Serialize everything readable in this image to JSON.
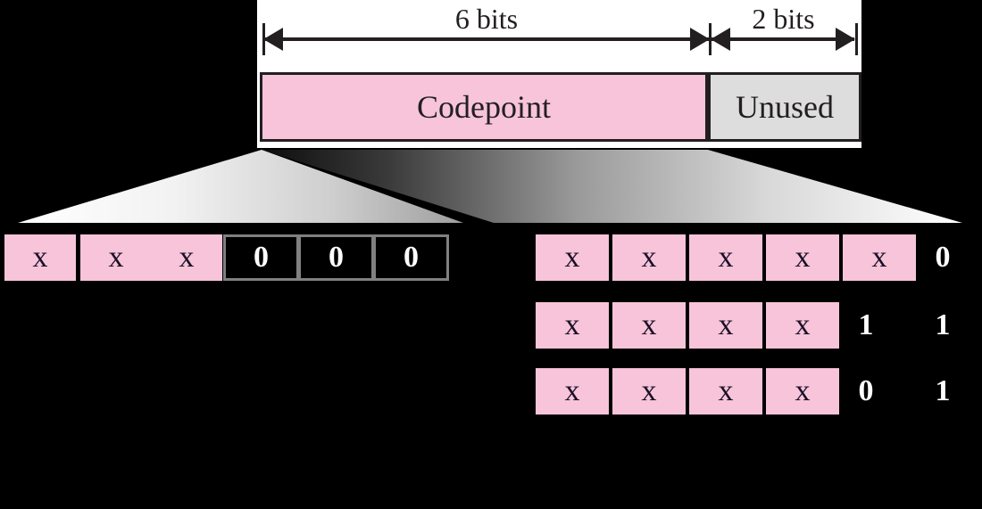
{
  "diagram": {
    "title": "DS field / DSCP codepoint layout",
    "colors": {
      "pink": "#f7c4da",
      "gray_field": "#dddddd",
      "ink": "#231f20",
      "zero_box_border": "#808080",
      "background": "#000000",
      "panel": "#ffffff"
    },
    "header": {
      "measures": [
        {
          "label": "6 bits",
          "span_field": "Codepoint"
        },
        {
          "label": "2 bits",
          "span_field": "Unused"
        }
      ],
      "fields": [
        {
          "label": "Codepoint",
          "fill": "pink",
          "bits": 6
        },
        {
          "label": "Unused",
          "fill": "gray",
          "bits": 2
        }
      ]
    },
    "left_group": {
      "rows": [
        {
          "cells": [
            {
              "text": "x",
              "style": "x"
            },
            {
              "text": "x",
              "style": "x"
            },
            {
              "text": "x",
              "style": "x"
            },
            {
              "text": "0",
              "style": "zero-box"
            },
            {
              "text": "0",
              "style": "zero-box"
            },
            {
              "text": "0",
              "style": "zero-box"
            }
          ]
        }
      ]
    },
    "right_group": {
      "rows": [
        {
          "cells": [
            {
              "text": "x",
              "style": "x"
            },
            {
              "text": "x",
              "style": "x"
            },
            {
              "text": "x",
              "style": "x"
            },
            {
              "text": "x",
              "style": "x"
            },
            {
              "text": "x",
              "style": "x"
            },
            {
              "text": "0",
              "style": "bare"
            }
          ]
        },
        {
          "cells": [
            {
              "text": "x",
              "style": "x"
            },
            {
              "text": "x",
              "style": "x"
            },
            {
              "text": "x",
              "style": "x"
            },
            {
              "text": "x",
              "style": "x"
            },
            {
              "text": "1",
              "style": "bare"
            },
            {
              "text": "1",
              "style": "bare"
            }
          ]
        },
        {
          "cells": [
            {
              "text": "x",
              "style": "x"
            },
            {
              "text": "x",
              "style": "x"
            },
            {
              "text": "x",
              "style": "x"
            },
            {
              "text": "x",
              "style": "x"
            },
            {
              "text": "0",
              "style": "bare"
            },
            {
              "text": "1",
              "style": "bare"
            }
          ]
        }
      ]
    }
  }
}
